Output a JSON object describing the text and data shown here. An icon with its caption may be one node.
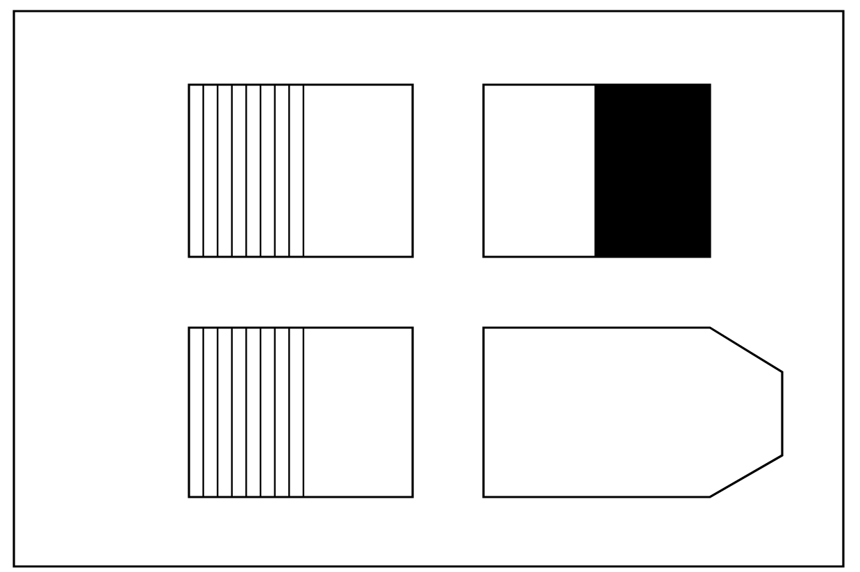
{
  "diagram": {
    "nodes": [
      {
        "text": [],
        "shape": "box"
      },
      {
        "text": [],
        "shape": "box"
      },
      {
        "text": [],
        "shape": "box"
      },
      {
        "text": [],
        "shape": "pentagon"
      }
    ]
  }
}
